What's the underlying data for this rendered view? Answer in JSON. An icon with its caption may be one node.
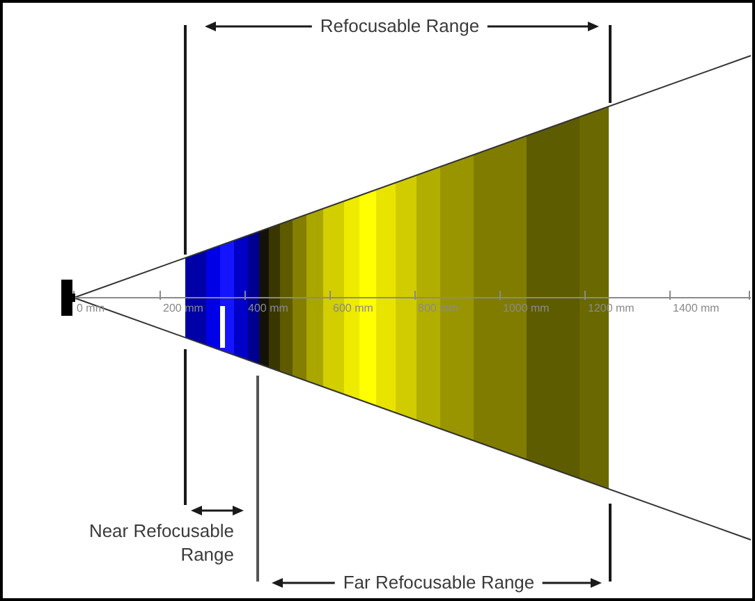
{
  "diagram": {
    "labels": [
      "Refocusable Range",
      "0 mm",
      "200 mm",
      "400 mm",
      "600 mm",
      "800 mm",
      "1000 mm",
      "1200 mm",
      "1400 mm",
      "Near Refocusable Range",
      "Far Refocusable Range"
    ]
  }
}
